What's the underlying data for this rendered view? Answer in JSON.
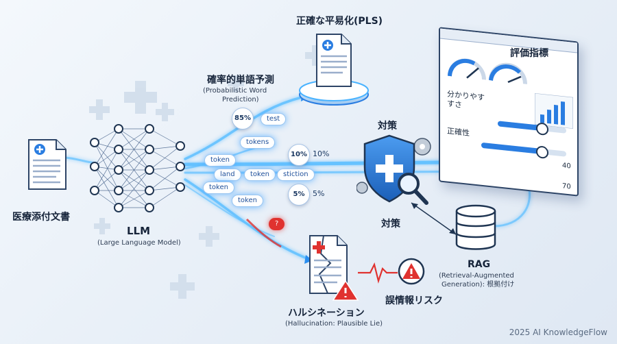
{
  "source_doc": {
    "title": "医療添付文書"
  },
  "llm": {
    "title": "LLM",
    "subtitle": "(Large Language Model)"
  },
  "prediction": {
    "title": "確率的単語予測",
    "subtitle_line1": "(Probabilistic Word",
    "subtitle_line2": "Prediction)"
  },
  "pls": {
    "title": "正確な平易化(PLS)"
  },
  "metrics": {
    "title": "評価指標",
    "readability_label": "分かりやす",
    "readability_label2": "すさ",
    "accuracy_label": "正確性",
    "slider_value_1": "40",
    "slider_value_2": "70"
  },
  "countermeasure": {
    "title_top": "対策",
    "title_bottom": "対策"
  },
  "rag": {
    "title": "RAG",
    "subtitle_line1": "(Retrieval-Augmented",
    "subtitle_line2": "Generation): 根拠付け"
  },
  "hallucination": {
    "title": "ハルシネーション",
    "subtitle": "(Hallucination: Plausible Lie)",
    "risk_label": "誤情報リスク"
  },
  "tokens": {
    "t_test": "test",
    "t_tokens": "tokens",
    "t_token1": "token",
    "t_land": "land",
    "t_token2": "token",
    "t_stiction": "stiction",
    "t_token3": "token",
    "t_token4": "token",
    "t_red": "?"
  },
  "probabilities": {
    "p85": "85%",
    "p10": "10%",
    "p10b": "10%",
    "p5": "5%",
    "p5b": "5%"
  },
  "footer": "2025 AI KnowledgeFlow",
  "colors": {
    "accent": "#2a7de1",
    "glow": "#4ab3ff",
    "danger": "#e0322f",
    "navy": "#1f3552"
  }
}
